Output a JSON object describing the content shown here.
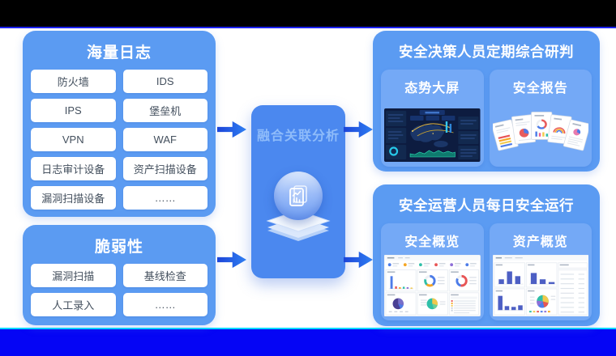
{
  "colors": {
    "panel_blue": "#5B9BF2",
    "subcard_blue": "#74A9F6",
    "analysis_blue": "#4B88EF",
    "arrow_blue": "#1C44D8",
    "top_bar": "#000000",
    "bottom_bar": "#0505F5"
  },
  "left": {
    "logs_panel": {
      "title": "海量日志",
      "items": [
        "防火墙",
        "IDS",
        "IPS",
        "堡垒机",
        "VPN",
        "WAF",
        "日志审计设备",
        "资产扫描设备",
        "漏洞扫描设备",
        "……"
      ]
    },
    "vuln_panel": {
      "title": "脆弱性",
      "items": [
        "漏洞扫描",
        "基线检查",
        "人工录入",
        "……"
      ]
    }
  },
  "center": {
    "analysis_label": "融合关联分析",
    "icon": "layered-analysis-report-icon"
  },
  "right": {
    "decision_panel": {
      "title": "安全决策人员定期综合研判",
      "cards": [
        {
          "label": "态势大屏",
          "preview_icon": "dark-situation-dashboard-preview"
        },
        {
          "label": "安全报告",
          "preview_icon": "fanned-report-pages-preview"
        }
      ]
    },
    "operations_panel": {
      "title": "安全运营人员每日安全运行",
      "cards": [
        {
          "label": "安全概览",
          "preview_icon": "security-overview-dashboard-preview"
        },
        {
          "label": "资产概览",
          "preview_icon": "asset-overview-dashboard-preview"
        }
      ]
    }
  }
}
